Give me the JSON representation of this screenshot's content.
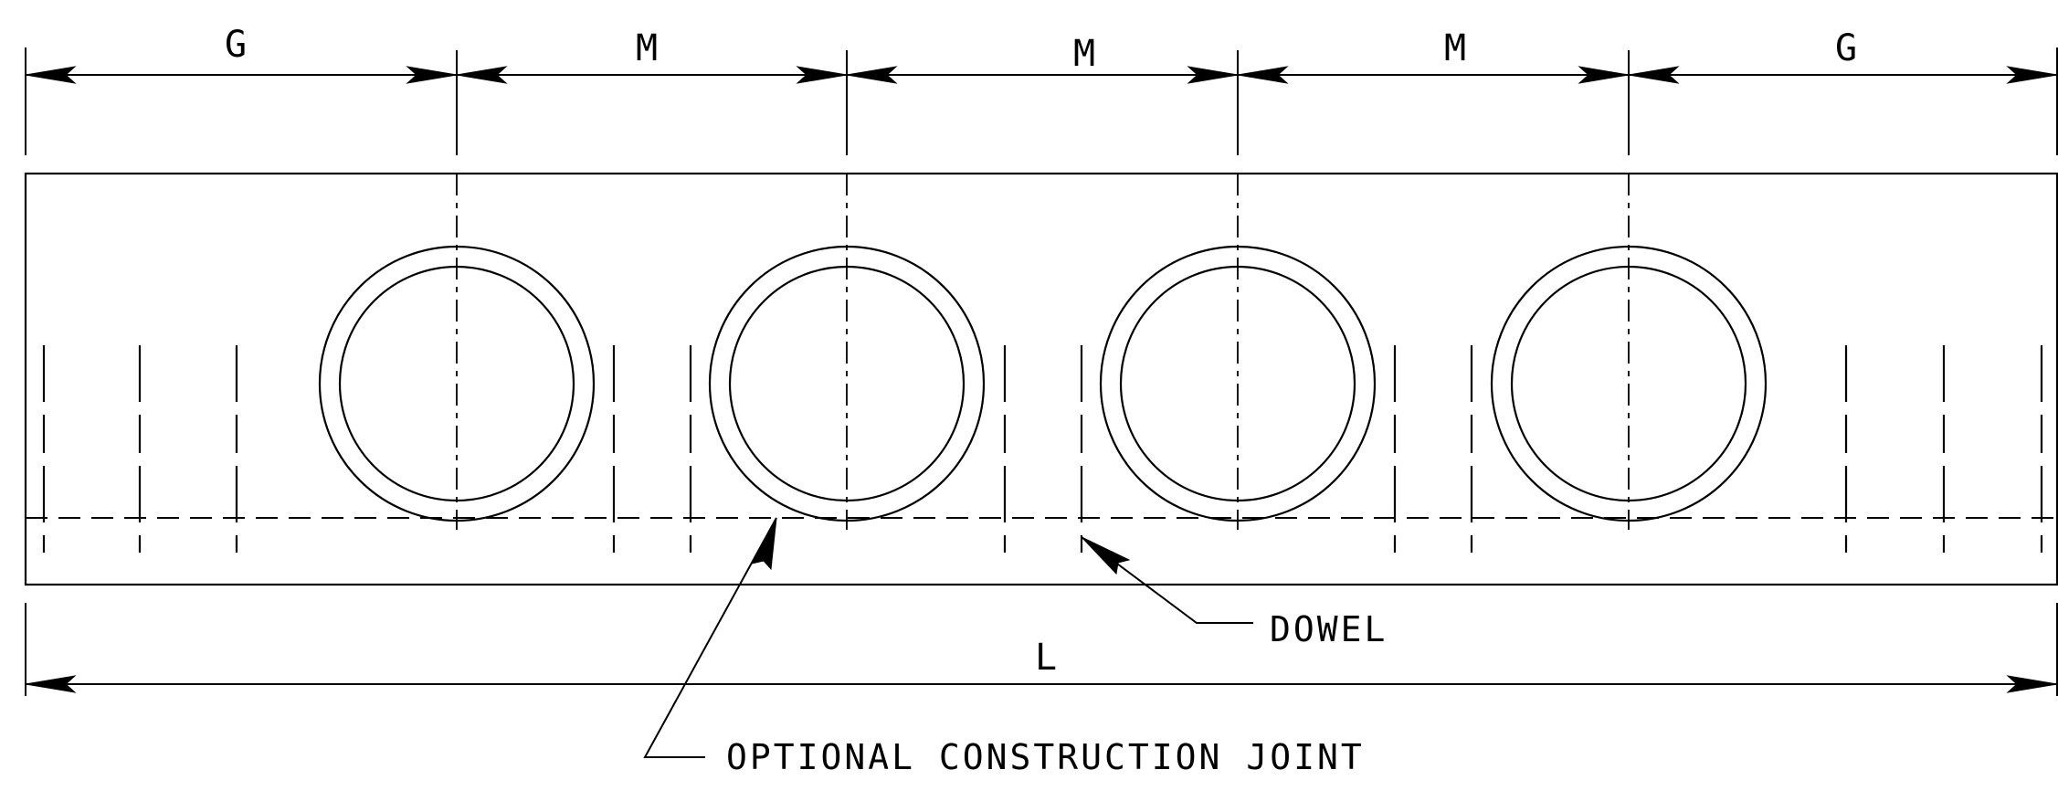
{
  "dimensions": {
    "top": [
      "G",
      "M",
      "M",
      "M",
      "G"
    ],
    "overall": "L"
  },
  "labels": {
    "dowel": "DOWEL",
    "joint": "OPTIONAL CONSTRUCTION JOINT"
  }
}
